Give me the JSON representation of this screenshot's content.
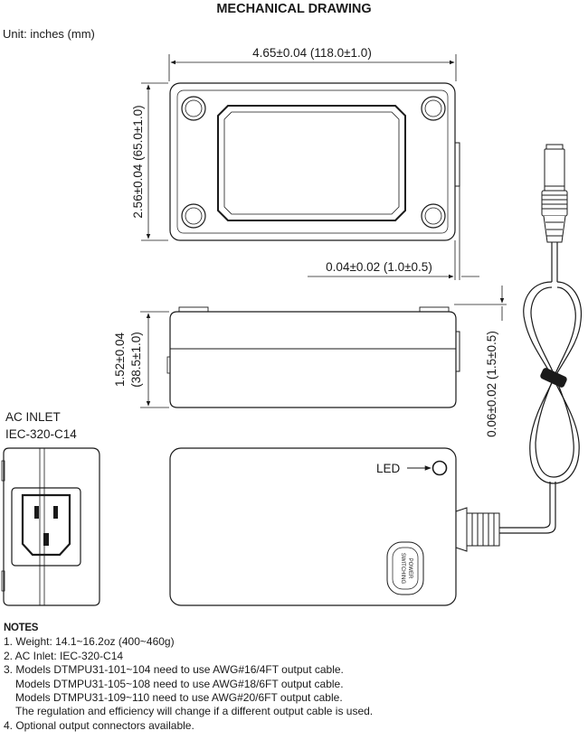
{
  "title": "MECHANICAL DRAWING",
  "unit_label": "Unit: inches (mm)",
  "dims": {
    "width": "4.65±0.04 (118.0±1.0)",
    "height": "2.56±0.04 (65.0±1.0)",
    "side_gap": "0.04±0.02 (1.0±0.5)",
    "thickness_line1": "1.52±0.04",
    "thickness_line2": "(38.5±1.0)",
    "side_offset": "0.06±0.02 (1.5±0.5)"
  },
  "ac_inlet": {
    "line1": "AC INLET",
    "line2": "IEC-320-C14"
  },
  "led_label": "LED",
  "badge": {
    "line1": "SWITCHING",
    "line2": "POWER"
  },
  "notes": {
    "heading": "NOTES",
    "items": [
      "1. Weight: 14.1~16.2oz (400~460g)",
      "2. AC Inlet: IEC-320-C14",
      "3. Models DTMPU31-101~104 need to use AWG#16/4FT output cable.",
      "Models DTMPU31-105~108 need to use AWG#18/6FT output cable.",
      "Models DTMPU31-109~110 need to use AWG#20/6FT output cable.",
      "The regulation and efficiency will change if a different output cable is used.",
      "4. Optional output connectors available."
    ]
  }
}
